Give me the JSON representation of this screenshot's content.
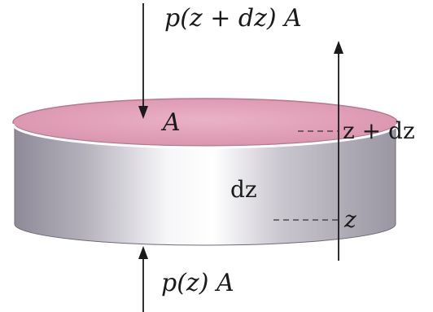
{
  "labels": {
    "top_force": "p(z + dz) A",
    "area": "A",
    "thickness": "dz",
    "upper_level": "z + dz",
    "lower_level": "z",
    "bottom_force": "p(z) A"
  },
  "colors": {
    "top_face": "#e7a6bd",
    "top_face_edge": "#b5798f",
    "side_dark": "#8f8a98",
    "side_light": "#f4f4f6",
    "line": "#1a1a1a",
    "dash": "#333333"
  }
}
